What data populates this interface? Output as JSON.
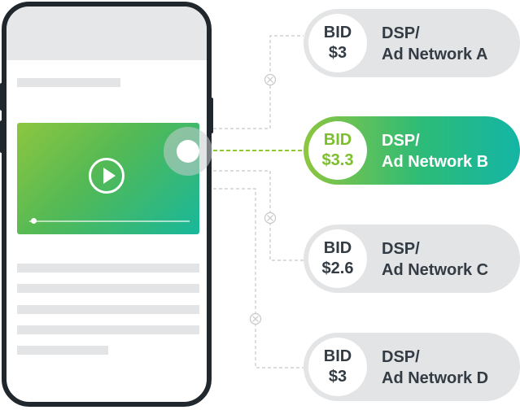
{
  "colors": {
    "phone_frame": "#20272d",
    "accent_green": "#8dc63f",
    "accent_teal": "#14b5a6",
    "pill_gray": "#e3e4e5",
    "text_dark": "#333c44"
  },
  "video": {
    "play_icon": "play-icon",
    "progress": 0.03
  },
  "bids": [
    {
      "bid_label": "BID",
      "amount": "$3",
      "network_line1": "DSP/",
      "network_line2": "Ad Network A",
      "winner": false
    },
    {
      "bid_label": "BID",
      "amount": "$3.3",
      "network_line1": "DSP/",
      "network_line2": "Ad Network B",
      "winner": true
    },
    {
      "bid_label": "BID",
      "amount": "$2.6",
      "network_line1": "DSP/",
      "network_line2": "Ad Network C",
      "winner": false
    },
    {
      "bid_label": "BID",
      "amount": "$3",
      "network_line1": "DSP/",
      "network_line2": "Ad Network D",
      "winner": false
    }
  ]
}
